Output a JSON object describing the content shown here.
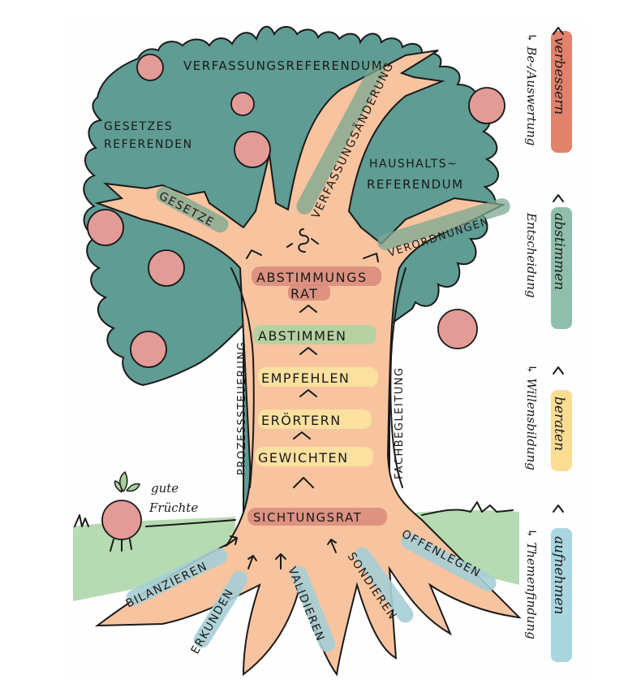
{
  "crown_labels": {
    "verfassungsreferendum": "VERFASSUNGSREFERENDUM",
    "gesetzes_referenden_1": "GESETZES",
    "gesetzes_referenden_2": "REFERENDEN",
    "haushalts_referendum_1": "HAUSHALTS~",
    "haushalts_referendum_2": "REFERENDUM"
  },
  "branch_labels": {
    "gesetze": "GESETZE",
    "verfassungsaenderung": "VERFASSUNGSÄNDERUNG",
    "verordnungen": "VERORDNUNGEN"
  },
  "trunk_steps": [
    {
      "label": "ABSTIMMUNGS",
      "label2": "RAT",
      "color": "#d98a7a"
    },
    {
      "label": "ABSTIMMEN",
      "color": "#a9d4a0"
    },
    {
      "label": "EMPFEHLEN",
      "color": "#fbe3a0"
    },
    {
      "label": "ERÖRTERN",
      "color": "#fbe3a0"
    },
    {
      "label": "GEWICHTEN",
      "color": "#fbe3a0"
    },
    {
      "label": "SICHTUNGSRAT",
      "color": "#d98a7a"
    }
  ],
  "trunk_side_labels": {
    "left": "PROZESSSTEUERUNG",
    "right": "FACHBEGLEITUNG"
  },
  "root_labels": [
    "BILANZIEREN",
    "ERKUNDEN",
    "VALIDIEREN",
    "SONDIEREN",
    "OFFENLEGEN"
  ],
  "fruit_note": {
    "line1": "gute",
    "line2": "Früchte"
  },
  "legend": [
    {
      "label": "verbessern",
      "sub": "↳ Be-/Auswertung",
      "color": "#e2826c"
    },
    {
      "label": "abstimmen",
      "sub": "Entscheidung",
      "color": "#8fbfac"
    },
    {
      "label": "beraten",
      "sub": "↳ Willensbildung",
      "color": "#fbdc93"
    },
    {
      "label": "aufnehmen",
      "sub": "↳ Themenfindung",
      "color": "#a9d6df"
    }
  ],
  "colors": {
    "crown": "#5f9c93",
    "trunk": "#f8c49f",
    "fruit": "#e39b98",
    "ground": "#a9d4a3",
    "root_highlight": "#a6cfd6",
    "branch_highlight": "#7aa992"
  }
}
